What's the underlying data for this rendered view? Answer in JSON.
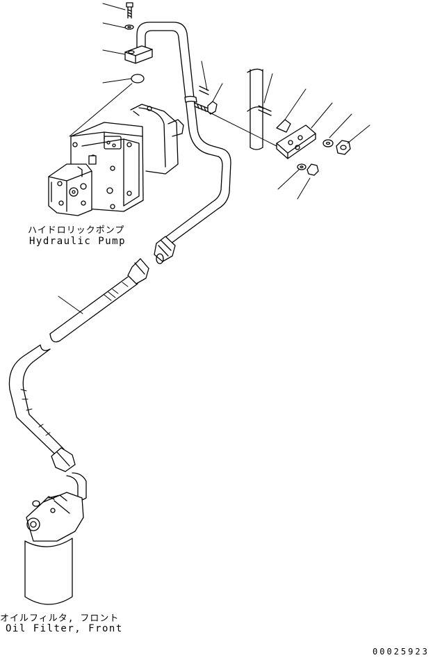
{
  "labels": {
    "pump_jp": "ハイドロリックポンプ",
    "pump_en": "Hydraulic Pump",
    "filter_jp": "オイルフィルタ, フロント",
    "filter_en": "Oil Filter, Front",
    "drawing_code": "00025923"
  },
  "colors": {
    "ink": "#000000",
    "paper": "#ffffff"
  }
}
